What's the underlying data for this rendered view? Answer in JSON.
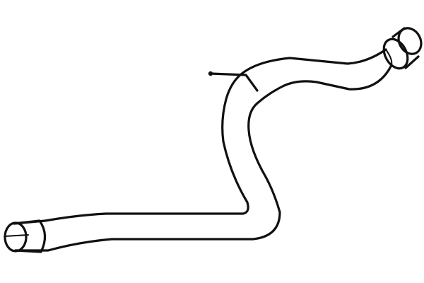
{
  "drawing": {
    "subject": "exhaust-pipe",
    "background_color": "#ffffff",
    "line_color": "#111111",
    "parts": [
      "pipe-body",
      "inlet-flange",
      "outlet-end",
      "hanger-bracket"
    ]
  }
}
